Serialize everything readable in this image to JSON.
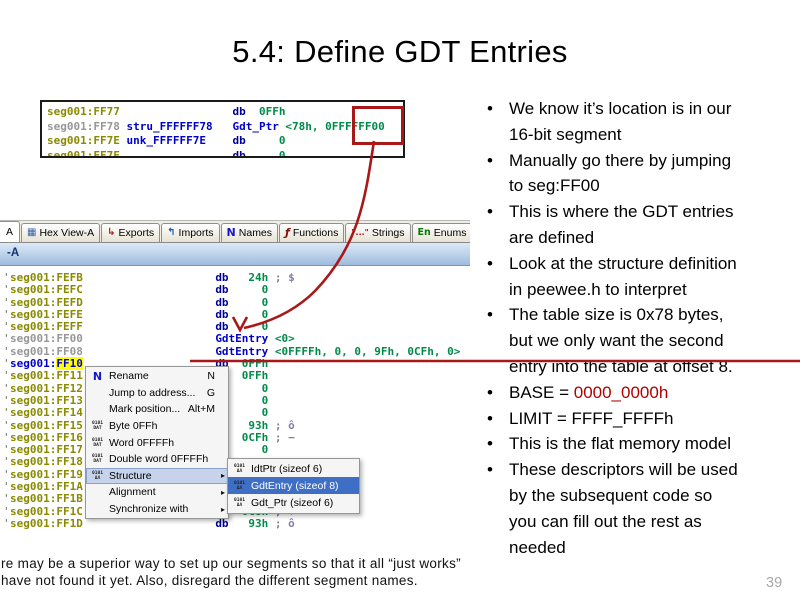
{
  "slide": {
    "title": "5.4: Define GDT Entries",
    "page_number": "39",
    "footer_lines": [
      "re may be a superior way to set up our segments so that it all “just works”",
      "have not found it yet. Also, disregard the different segment names."
    ]
  },
  "colors": {
    "annotation_red": "#a81818",
    "red_text": "#b00000",
    "highlight_yellow": "#ffff00",
    "menu_selection_blue": "#3f6fc4"
  },
  "snippet": {
    "rows": [
      {
        "segs": [
          {
            "t": "seg001:FF77",
            "c": "a-olive"
          },
          {
            "t": "                 ",
            "c": "sp"
          },
          {
            "t": "db",
            "c": "kw"
          },
          {
            "t": "  0FFh",
            "c": "val"
          }
        ]
      },
      {
        "segs": [
          {
            "t": "seg001:FF78",
            "c": "a-gray"
          },
          {
            "t": " ",
            "c": "sp"
          },
          {
            "t": "stru_FFFFFF78",
            "c": "name"
          },
          {
            "t": "   ",
            "c": "sp"
          },
          {
            "t": "Gdt_Ptr",
            "c": "struct"
          },
          {
            "t": " <78h, 0FFFFFF00",
            "c": "val"
          }
        ]
      },
      {
        "segs": [
          {
            "t": "seg001:FF7E",
            "c": "a-olive"
          },
          {
            "t": " ",
            "c": "sp"
          },
          {
            "t": "unk_FFFFFF7E",
            "c": "name"
          },
          {
            "t": "    ",
            "c": "sp"
          },
          {
            "t": "db",
            "c": "kw"
          },
          {
            "t": "     0",
            "c": "val"
          }
        ]
      },
      {
        "segs": [
          {
            "t": "seg001:FF7F",
            "c": "a-olive"
          },
          {
            "t": "                 ",
            "c": "sp"
          },
          {
            "t": "db",
            "c": "kw"
          },
          {
            "t": "     0",
            "c": "val"
          }
        ]
      }
    ]
  },
  "ida": {
    "view_label": "-A",
    "icon_glyphs": {
      "hexview": "▦",
      "exports": "↳",
      "imports": "↰",
      "names": "N",
      "functions": "ƒ",
      "strings": "\"...\"",
      "enums": "En",
      "structs": "ΔΛ"
    },
    "tabs": [
      {
        "label": "A",
        "active": true,
        "partial": "left"
      },
      {
        "icon": "hexview",
        "label": "Hex View-A"
      },
      {
        "icon": "exports",
        "label": "Exports"
      },
      {
        "icon": "imports",
        "label": "Imports"
      },
      {
        "icon": "names",
        "label": "Names"
      },
      {
        "icon": "functions",
        "label": "Functions"
      },
      {
        "icon": "strings",
        "label": "Strings"
      },
      {
        "icon": "enums",
        "label": "Enums"
      },
      {
        "icon": "structs",
        "label": "",
        "partial": "right"
      }
    ],
    "listing": {
      "marker": "'",
      "rows": [
        {
          "segs": [
            {
              "t": "seg001:FEFB",
              "c": "a-olive"
            },
            {
              "t": "                    ",
              "c": "sp"
            },
            {
              "t": "db",
              "c": "kw"
            },
            {
              "t": "   24h",
              "c": "val"
            },
            {
              "t": " ; $",
              "c": "com"
            }
          ]
        },
        {
          "segs": [
            {
              "t": "seg001:FEFC",
              "c": "a-olive"
            },
            {
              "t": "                    ",
              "c": "sp"
            },
            {
              "t": "db",
              "c": "kw"
            },
            {
              "t": "     0",
              "c": "val"
            }
          ]
        },
        {
          "segs": [
            {
              "t": "seg001:FEFD",
              "c": "a-olive"
            },
            {
              "t": "                    ",
              "c": "sp"
            },
            {
              "t": "db",
              "c": "kw"
            },
            {
              "t": "     0",
              "c": "val"
            }
          ]
        },
        {
          "segs": [
            {
              "t": "seg001:FEFE",
              "c": "a-olive"
            },
            {
              "t": "                    ",
              "c": "sp"
            },
            {
              "t": "db",
              "c": "kw"
            },
            {
              "t": "     0",
              "c": "val"
            }
          ]
        },
        {
          "segs": [
            {
              "t": "seg001:FEFF",
              "c": "a-olive"
            },
            {
              "t": "                    ",
              "c": "sp"
            },
            {
              "t": "db",
              "c": "kw"
            },
            {
              "t": "     0",
              "c": "val"
            }
          ]
        },
        {
          "segs": [
            {
              "t": "seg001:FF00",
              "c": "a-gray"
            },
            {
              "t": "                    ",
              "c": "sp"
            },
            {
              "t": "GdtEntry",
              "c": "struct"
            },
            {
              "t": " <0>",
              "c": "val"
            }
          ]
        },
        {
          "segs": [
            {
              "t": "seg001:FF08",
              "c": "a-gray"
            },
            {
              "t": "                    ",
              "c": "sp"
            },
            {
              "t": "GdtEntry",
              "c": "struct"
            },
            {
              "t": " <0FFFFh, 0, 0, 9Fh, 0CFh, 0>",
              "c": "val"
            }
          ]
        },
        {
          "segs": [
            {
              "t": "seg001:",
              "c": "a-sel"
            },
            {
              "t": "FF10",
              "c": "a-sel-hl"
            },
            {
              "t": "                    ",
              "c": "sp"
            },
            {
              "t": "db",
              "c": "kw"
            },
            {
              "t": "  0FFh",
              "c": "val"
            }
          ]
        },
        {
          "segs": [
            {
              "t": "seg001:FF11",
              "c": "a-olive"
            },
            {
              "t": "                    ",
              "c": "sp"
            },
            {
              "t": "db",
              "c": "kw"
            },
            {
              "t": "  0FFh",
              "c": "val"
            }
          ]
        },
        {
          "segs": [
            {
              "t": "seg001:FF12",
              "c": "a-olive"
            },
            {
              "t": "                    ",
              "c": "sp"
            },
            {
              "t": "db",
              "c": "kw"
            },
            {
              "t": "     0",
              "c": "val"
            }
          ]
        },
        {
          "segs": [
            {
              "t": "seg001:FF13",
              "c": "a-olive"
            },
            {
              "t": "                    ",
              "c": "sp"
            },
            {
              "t": "db",
              "c": "kw"
            },
            {
              "t": "     0",
              "c": "val"
            }
          ]
        },
        {
          "segs": [
            {
              "t": "seg001:FF14",
              "c": "a-olive"
            },
            {
              "t": "                    ",
              "c": "sp"
            },
            {
              "t": "db",
              "c": "kw"
            },
            {
              "t": "     0",
              "c": "val"
            }
          ]
        },
        {
          "segs": [
            {
              "t": "seg001:FF15",
              "c": "a-olive"
            },
            {
              "t": "                    ",
              "c": "sp"
            },
            {
              "t": "db",
              "c": "kw"
            },
            {
              "t": "   93h",
              "c": "val"
            },
            {
              "t": " ; ô",
              "c": "com"
            }
          ]
        },
        {
          "segs": [
            {
              "t": "seg001:FF16",
              "c": "a-olive"
            },
            {
              "t": "                    ",
              "c": "sp"
            },
            {
              "t": "db",
              "c": "kw"
            },
            {
              "t": "  0CFh",
              "c": "val"
            },
            {
              "t": " ; −",
              "c": "com"
            }
          ]
        },
        {
          "segs": [
            {
              "t": "seg001:FF17",
              "c": "a-olive"
            },
            {
              "t": "                    ",
              "c": "sp"
            },
            {
              "t": "db",
              "c": "kw"
            },
            {
              "t": "     0",
              "c": "val"
            }
          ]
        },
        {
          "segs": [
            {
              "t": "seg001:FF18",
              "c": "a-olive"
            }
          ]
        },
        {
          "segs": [
            {
              "t": "seg001:FF19",
              "c": "a-olive"
            }
          ]
        },
        {
          "segs": [
            {
              "t": "seg001:FF1A",
              "c": "a-olive"
            }
          ]
        },
        {
          "segs": [
            {
              "t": "seg001:FF1B",
              "c": "a-olive"
            }
          ]
        },
        {
          "segs": [
            {
              "t": "seg001:FF1C",
              "c": "a-olive"
            },
            {
              "t": "                    ",
              "c": "sp"
            },
            {
              "t": "db",
              "c": "kw"
            },
            {
              "t": "  0C8h",
              "c": "val"
            },
            {
              "t": " ; +",
              "c": "com"
            }
          ]
        },
        {
          "segs": [
            {
              "t": "seg001:FF1D",
              "c": "a-olive"
            },
            {
              "t": "                    ",
              "c": "sp"
            },
            {
              "t": "db",
              "c": "kw"
            },
            {
              "t": "   93h",
              "c": "val"
            },
            {
              "t": " ; ô",
              "c": "com"
            }
          ]
        }
      ]
    }
  },
  "menu": {
    "arrow_glyph": "▸",
    "icon_glyphs": {
      "n": "N",
      "dat": [
        "0101",
        "DAT"
      ],
      "struct": [
        "0101",
        "ΔΛ"
      ]
    },
    "items": [
      {
        "icon": "n",
        "label": "Rename",
        "shortcut": "N"
      },
      {
        "label": "Jump to address...",
        "shortcut": "G"
      },
      {
        "label": "Mark position...",
        "shortcut": "Alt+M"
      },
      {
        "icon": "dat",
        "label": "Byte 0FFh"
      },
      {
        "icon": "dat",
        "label": "Word 0FFFFh"
      },
      {
        "icon": "dat",
        "label": "Double word 0FFFFh"
      },
      {
        "icon": "struct",
        "label": "Structure",
        "arrow": true,
        "hl": true
      },
      {
        "label": "Alignment",
        "arrow": true
      },
      {
        "label": "Synchronize with",
        "arrow": true
      }
    ]
  },
  "submenu": {
    "items": [
      {
        "icon": "struct",
        "label": "IdtPtr (sizeof 6)"
      },
      {
        "icon": "struct",
        "label": "GdtEntry (sizeof 8)",
        "sel": true
      },
      {
        "icon": "struct",
        "label": "Gdt_Ptr (sizeof 6)"
      }
    ]
  },
  "bullets": {
    "items": [
      {
        "lines": [
          [
            {
              "t": "We know it’s location is in our"
            }
          ],
          [
            {
              "t": "16-bit segment"
            }
          ]
        ]
      },
      {
        "lines": [
          [
            {
              "t": "Manually go there by jumping"
            }
          ],
          [
            {
              "t": "to seg:FF00"
            }
          ]
        ]
      },
      {
        "lines": [
          [
            {
              "t": "This is where the GDT entries"
            }
          ],
          [
            {
              "t": "are defined"
            }
          ]
        ]
      },
      {
        "lines": [
          [
            {
              "t": "Look at the structure definition"
            }
          ],
          [
            {
              "t": "in peewee.h to interpret"
            }
          ]
        ]
      },
      {
        "lines": [
          [
            {
              "t": "The table size is 0x78 bytes,"
            }
          ],
          [
            {
              "t": "but we only want the second"
            }
          ],
          [
            {
              "t": "entry into the table at offset 8."
            }
          ]
        ]
      },
      {
        "lines": [
          [
            {
              "t": "BASE = "
            },
            {
              "t": "0000_0000h",
              "c": "red"
            }
          ]
        ]
      },
      {
        "lines": [
          [
            {
              "t": "LIMIT = FFFF_FFFFh"
            }
          ]
        ]
      },
      {
        "lines": [
          [
            {
              "t": "This is the flat memory model"
            }
          ]
        ]
      },
      {
        "lines": [
          [
            {
              "t": "These descriptors will be used"
            }
          ],
          [
            {
              "t": "by the subsequent code so"
            }
          ],
          [
            {
              "t": "you can fill out the rest as"
            }
          ],
          [
            {
              "t": "needed"
            }
          ]
        ]
      }
    ]
  }
}
